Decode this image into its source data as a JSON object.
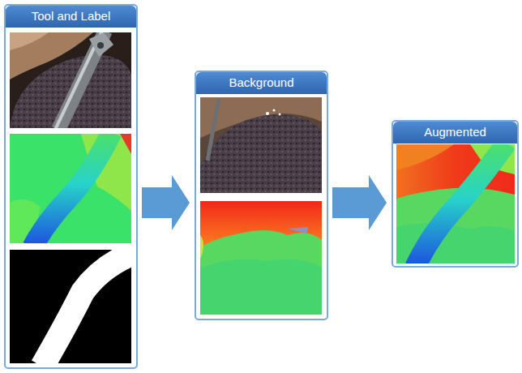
{
  "diagram": {
    "nodes": [
      {
        "text": [
          "Tool and Label"
        ]
      },
      {
        "text": [
          "Background"
        ]
      },
      {
        "text": [
          "Augmented"
        ]
      }
    ],
    "edges": [
      {
        "from": 0,
        "to": 1,
        "arrow": "to"
      },
      {
        "from": 1,
        "to": 2,
        "arrow": "to"
      }
    ]
  }
}
